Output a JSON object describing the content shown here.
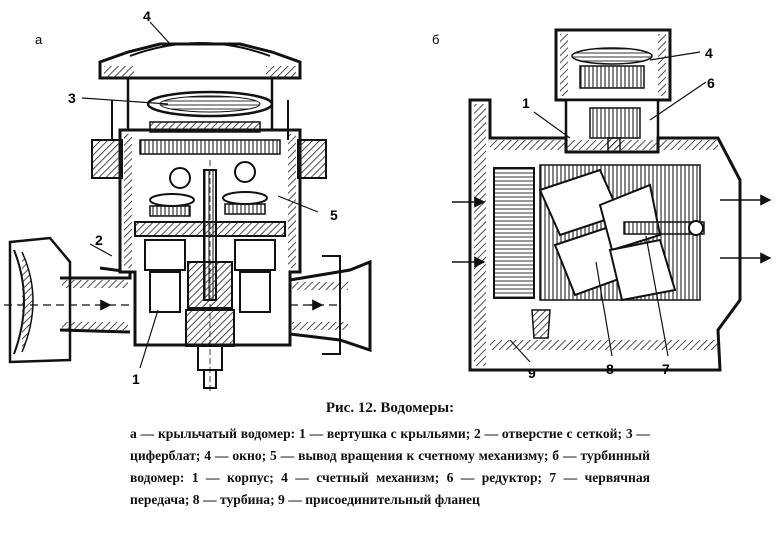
{
  "figure": {
    "panel_a": "а",
    "panel_b": "б",
    "labels_a": [
      "4",
      "3",
      "2",
      "5",
      "1"
    ],
    "labels_b": [
      "4",
      "6",
      "1",
      "9",
      "8",
      "7"
    ]
  },
  "caption": {
    "title": "Рис. 12. Водомеры:",
    "body": "а — крыльчатый водомер: 1 — вертушка с крыльями; 2 — отверстие с сеткой; 3 — циферблат; 4 — окно; 5 — вывод вращения к счетному механизму; б — турбинный водомер: 1 — корпус; 4 — счетный механизм; 6 — редуктор; 7 — червячная передача; 8 — турбина; 9 — присоединительный фланец"
  }
}
